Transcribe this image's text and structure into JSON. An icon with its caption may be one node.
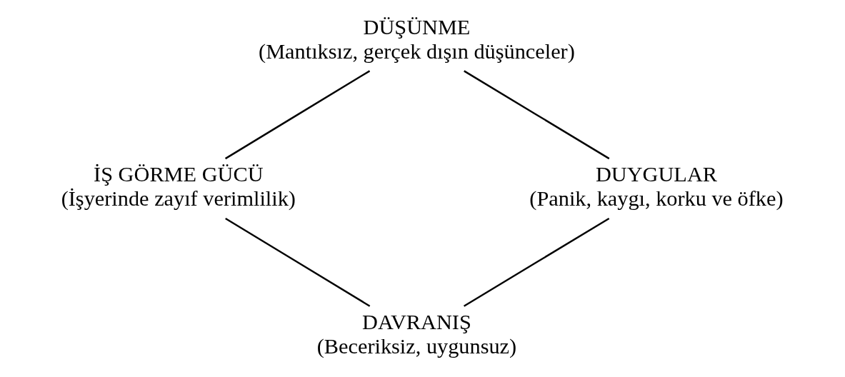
{
  "diagram": {
    "nodes": [
      {
        "text": [
          "DÜŞÜNME",
          "(Mantıksız, gerçek dışın düşünceler)"
        ]
      },
      {
        "text": [
          "İŞ GÖRME GÜCÜ",
          "(İşyerinde zayıf verimlilik)"
        ]
      },
      {
        "text": [
          "DUYGULAR",
          "(Panik, kaygı, korku ve öfke)"
        ]
      },
      {
        "text": [
          "DAVRANIŞ",
          "(Beceriksiz, uygunsuz)"
        ]
      }
    ],
    "edges": [
      {
        "from": 0,
        "to": 1,
        "arrow": "none"
      },
      {
        "from": 0,
        "to": 2,
        "arrow": "none"
      },
      {
        "from": 1,
        "to": 3,
        "arrow": "none"
      },
      {
        "from": 2,
        "to": 3,
        "arrow": "none"
      }
    ]
  }
}
